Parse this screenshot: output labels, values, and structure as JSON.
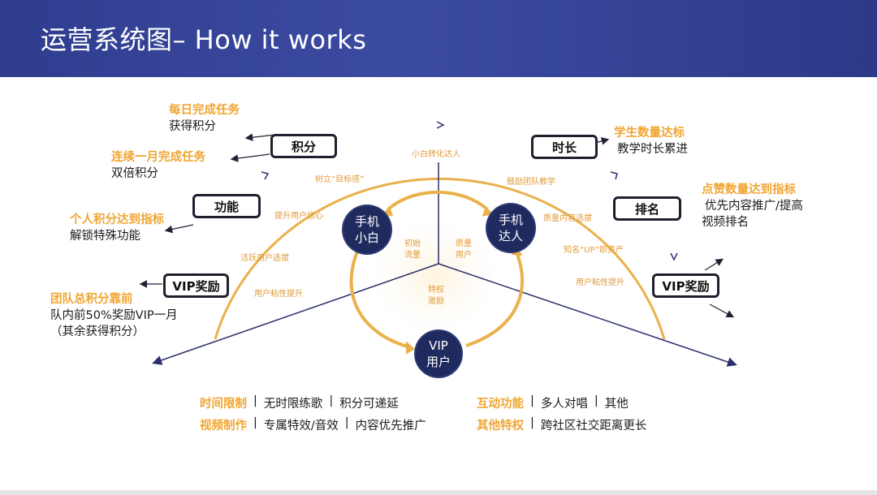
{
  "header": {
    "title": "运营系统图– How it works"
  },
  "boxes": {
    "jifen": "积分",
    "gongneng": "功能",
    "vip_left": "VIP奖励",
    "shichang": "时长",
    "paiming": "排名",
    "vip_right": "VIP奖励"
  },
  "circles": {
    "xiaobai": [
      "手机",
      "小白"
    ],
    "daren": [
      "手机",
      "达人"
    ],
    "vip": [
      "VIP",
      "用户"
    ]
  },
  "left_notes": [
    {
      "title": "每日完成任务",
      "desc": "获得积分"
    },
    {
      "title": "连续一月完成任务",
      "desc": "双倍积分"
    },
    {
      "title": "个人积分达到指标",
      "desc": "解锁特殊功能"
    },
    {
      "title": "团队总积分靠前",
      "desc": "队内前50%奖励VIP一月",
      "desc2": "（其余获得积分）"
    }
  ],
  "right_notes": [
    {
      "title": "学生数量达标",
      "desc": "教学时长累进"
    },
    {
      "title": "点赞数量达到指标",
      "desc": "优先内容推广/提高",
      "desc2": "视频排名"
    }
  ],
  "arc_labels": {
    "top": "小白转化达人",
    "left": [
      "树立“目标感”",
      "提升用户信心",
      "活跃用户选拔",
      "用户粘性提升"
    ],
    "right": [
      "鼓励团队教学",
      "质量内容选拔",
      "知名“UP”即资产",
      "用户粘性提升"
    ],
    "inner": {
      "left": [
        "初始",
        "流量"
      ],
      "right": [
        "质量",
        "用户"
      ],
      "bottom": [
        "特权",
        "激励"
      ]
    }
  },
  "bottom": {
    "left": [
      {
        "key": "时间限制",
        "items": [
          "无时限练歌",
          "积分可递延"
        ]
      },
      {
        "key": "视频制作",
        "items": [
          "专属特效/音效",
          "内容优先推广"
        ]
      }
    ],
    "right": [
      {
        "key": "互动功能",
        "items": [
          "多人对唱",
          "其他"
        ]
      },
      {
        "key": "其他特权",
        "items": [
          "跨社区社交距离更长"
        ]
      }
    ]
  },
  "colors": {
    "header": "#2f3d8f",
    "accent": "#f0a531",
    "arc": "#eab14b",
    "axis": "#2b2f6e",
    "node": "#1f2a5e"
  }
}
